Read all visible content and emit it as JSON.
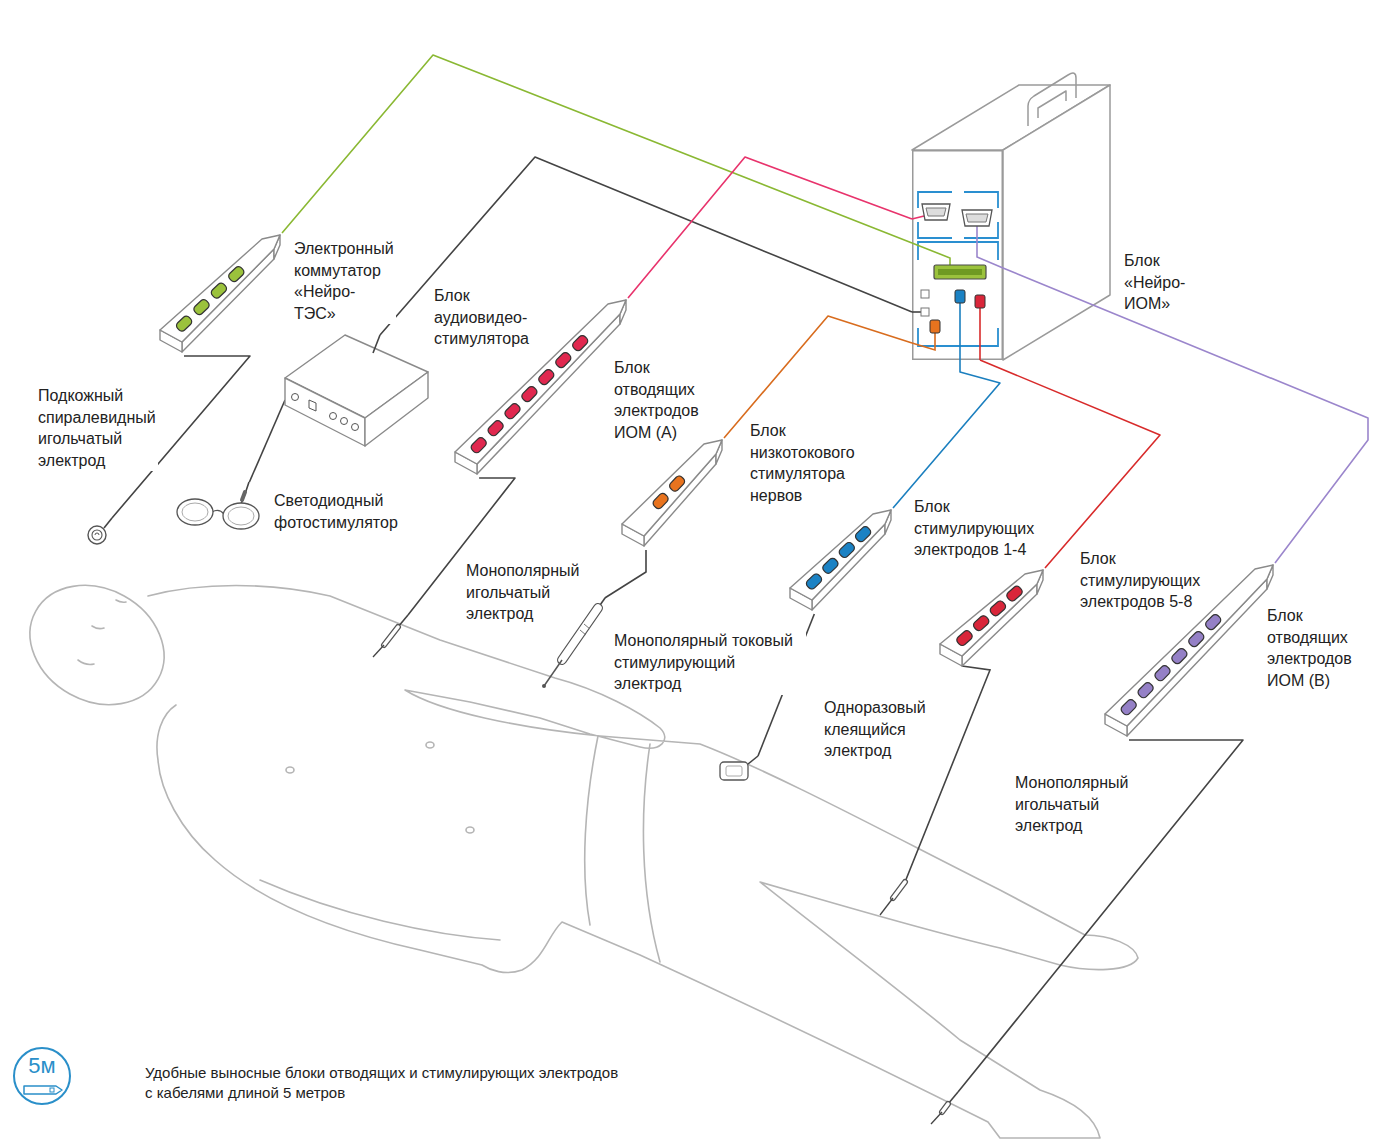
{
  "diagram": {
    "nodes": [
      {
        "text": [
          "Блок «Нейро-ИОМ»"
        ]
      },
      {
        "text": [
          "Электронный коммутатор «Нейро-ТЭС»"
        ]
      },
      {
        "text": [
          "Блок аудиовидео-стимулятора"
        ]
      },
      {
        "text": [
          "Блок отводящих электродов ИОМ (А)"
        ]
      },
      {
        "text": [
          "Блок низкотокового стимулятора нервов"
        ]
      },
      {
        "text": [
          "Блок стимулирующих электродов 1-4"
        ]
      },
      {
        "text": [
          "Блок стимулирующих электродов 5-8"
        ]
      },
      {
        "text": [
          "Блок отводящих электродов ИОМ (В)"
        ]
      },
      {
        "text": [
          "Подкожный спиралевидный игольчатый электрод"
        ]
      },
      {
        "text": [
          "Светодиодный фотостимулятор"
        ]
      },
      {
        "text": [
          "Монополярный игольчатый электрод"
        ]
      },
      {
        "text": [
          "Монополярный токовый стимулирующий электрод"
        ]
      },
      {
        "text": [
          "Одноразовый клеящийся электрод"
        ]
      },
      {
        "text": [
          "Монополярный игольчатый электрод"
        ]
      },
      {
        "text": [
          "5м"
        ]
      }
    ],
    "edges": [
      {
        "from": 1,
        "to": 0,
        "arrow": "none"
      },
      {
        "from": 2,
        "to": 0,
        "arrow": "none"
      },
      {
        "from": 3,
        "to": 0,
        "arrow": "none"
      },
      {
        "from": 4,
        "to": 0,
        "arrow": "none"
      },
      {
        "from": 5,
        "to": 0,
        "arrow": "none"
      },
      {
        "from": 6,
        "to": 0,
        "arrow": "none"
      },
      {
        "from": 7,
        "to": 0,
        "arrow": "none"
      },
      {
        "from": 1,
        "to": 8,
        "arrow": "none"
      },
      {
        "from": 2,
        "to": 9,
        "arrow": "none"
      },
      {
        "from": 3,
        "to": 10,
        "arrow": "none"
      },
      {
        "from": 4,
        "to": 11,
        "arrow": "none"
      },
      {
        "from": 5,
        "to": 12,
        "arrow": "none"
      },
      {
        "from": 7,
        "to": 13,
        "arrow": "none"
      }
    ],
    "labels": [
      "Удобные выносные блоки отводящих и стимулирующих электродов с кабелями длиной 5 метров"
    ]
  }
}
